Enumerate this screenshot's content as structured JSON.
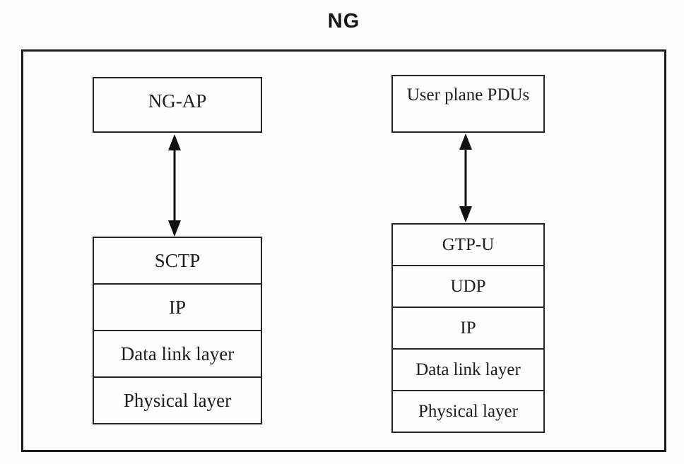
{
  "title": "NG",
  "stacks": {
    "control_plane": {
      "top_box": "NG-AP",
      "layers": [
        "SCTP",
        "IP",
        "Data link layer",
        "Physical layer"
      ]
    },
    "user_plane": {
      "top_box": "User plane PDUs",
      "layers": [
        "GTP-U",
        "UDP",
        "IP",
        "Data link layer",
        "Physical layer"
      ]
    }
  },
  "colors": {
    "frame_border": "#1c1c1c",
    "box_border": "#262626",
    "text": "#1d1d1d",
    "background": "#fefefe"
  }
}
